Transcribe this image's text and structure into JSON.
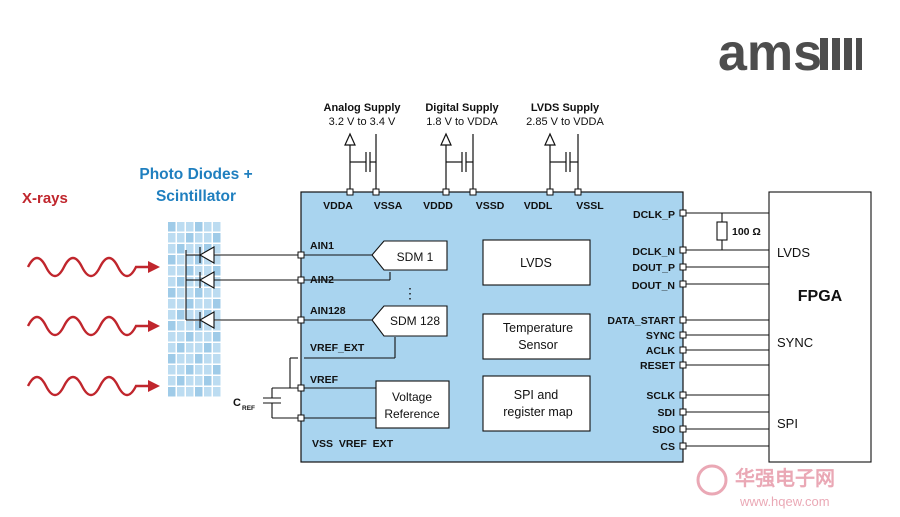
{
  "logo": {
    "text": "ams"
  },
  "labels": {
    "xrays": "X-rays",
    "photo_diodes_1": "Photo Diodes +",
    "photo_diodes_2": "Scintillator",
    "cref": "C",
    "cref_sub": "REF",
    "resistor": "100 Ω"
  },
  "supplies": [
    {
      "title": "Analog Supply",
      "range": "3.2 V to 3.4 V",
      "pin_a": "VDDA",
      "pin_b": "VSSA"
    },
    {
      "title": "Digital Supply",
      "range": "1.8 V to VDDA",
      "pin_a": "VDDD",
      "pin_b": "VSSD"
    },
    {
      "title": "LVDS Supply",
      "range": "2.85 V to VDDA",
      "pin_a": "VDDL",
      "pin_b": "VSSL"
    }
  ],
  "left_pins": [
    "AIN1",
    "AIN2",
    "AIN128",
    "VREF_EXT",
    "VREF"
  ],
  "bottom_pins": "VSS  VREF  EXT",
  "blocks": {
    "sdm1": "SDM 1",
    "sdm128": "SDM 128",
    "lvds": "LVDS",
    "temp_1": "Temperature",
    "temp_2": "Sensor",
    "spi_1": "SPI and",
    "spi_2": "register map",
    "vref_1": "Voltage",
    "vref_2": "Reference",
    "dots": "⋮"
  },
  "right_pins": [
    "DCLK_P",
    "DCLK_N",
    "DOUT_P",
    "DOUT_N",
    "DATA_START",
    "SYNC",
    "ACLK",
    "RESET",
    "SCLK",
    "SDI",
    "SDO",
    "CS"
  ],
  "fpga": {
    "title": "FPGA",
    "lvds": "LVDS",
    "sync": "SYNC",
    "spi": "SPI"
  },
  "watermark": {
    "cn": "华强电子网",
    "url": "www.hqew.com"
  },
  "colors": {
    "chip": "#a9d4ef",
    "wave": "#c0262d",
    "label_blue": "#1f7fbf",
    "label_red": "#c0262d",
    "logo": "#4d4d4d"
  }
}
